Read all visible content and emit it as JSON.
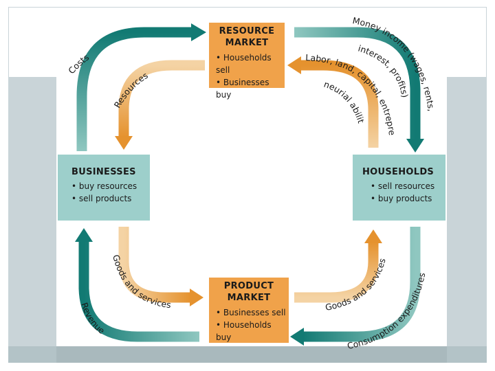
{
  "colors": {
    "market_fill": "#f0a24a",
    "sector_fill": "#9dcfcb",
    "money_flow_dark": "#127a73",
    "money_flow_light": "#8fc7c0",
    "real_flow_dark": "#e5922e",
    "real_flow_light": "#f4d3a4",
    "slide_band": "#c9d4d8"
  },
  "resource_market": {
    "title_line1": "RESOURCE",
    "title_line2": "MARKET",
    "items": [
      "• Households sell",
      "• Businesses buy"
    ]
  },
  "product_market": {
    "title_line1": "PRODUCT",
    "title_line2": "MARKET",
    "items": [
      "• Businesses sell",
      "• Households buy"
    ]
  },
  "businesses": {
    "title": "BUSINESSES",
    "items": [
      "• buy resources",
      "• sell products"
    ]
  },
  "households": {
    "title": "HOUSEHOLDS",
    "items": [
      "• sell resources",
      "• buy products"
    ]
  },
  "flows": {
    "costs": "Costs",
    "resources": "Resources",
    "money_income_line1": "Money income (wages, rents,",
    "money_income_line2": "interest, profits)",
    "factors_line1": "Labor, land, capital, entrepre-",
    "factors_line2": "neurial ability",
    "goods_services_left": "Goods and services",
    "goods_services_right": "Goods and services",
    "revenue": "Revenue",
    "consumption": "Consumption expenditures"
  }
}
